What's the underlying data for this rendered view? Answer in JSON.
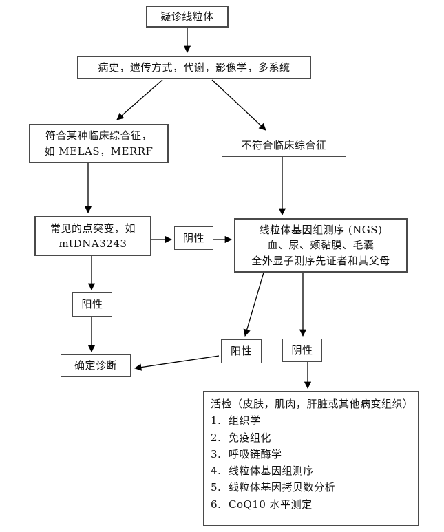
{
  "diagram": {
    "nodes": {
      "suspect": {
        "label": "疑诊线粒体"
      },
      "history": {
        "label": "病史，遗传方式，代谢，影像学，多系统"
      },
      "syndrome_match": {
        "line1": "符合某种临床综合征，",
        "line2": "如 MELAS，MERRF"
      },
      "syndrome_nomatch": {
        "label": "不符合临床综合征"
      },
      "point_mutation": {
        "line1": "常见的点突变，如",
        "line2": "mtDNA3243"
      },
      "negative_mid": {
        "label": "阴性"
      },
      "ngs": {
        "line1": "线粒体基因组测序 (NGS)",
        "line2": "血、尿、颊黏膜、毛囊",
        "line3": "全外显子测序先证者和其父母"
      },
      "positive_left": {
        "label": "阳性"
      },
      "confirm_diagnosis": {
        "label": "确定诊断"
      },
      "positive_mid": {
        "label": "阳性"
      },
      "negative_right": {
        "label": "阴性"
      },
      "biopsy": {
        "header": "活检（皮肤，肌肉，肝脏或其他病变组织）",
        "items": [
          {
            "num": "1.",
            "text": "组织学"
          },
          {
            "num": "2.",
            "text": "免疫组化"
          },
          {
            "num": "3.",
            "text": "呼吸链酶学"
          },
          {
            "num": "4.",
            "text": "线粒体基因组测序"
          },
          {
            "num": "5.",
            "text": "线粒体基因拷贝数分析"
          },
          {
            "num": "6.",
            "text": "CoQ10 水平测定"
          }
        ]
      }
    },
    "colors": {
      "line": "#000000",
      "border": "#4a4a4a",
      "background": "#ffffff"
    }
  }
}
